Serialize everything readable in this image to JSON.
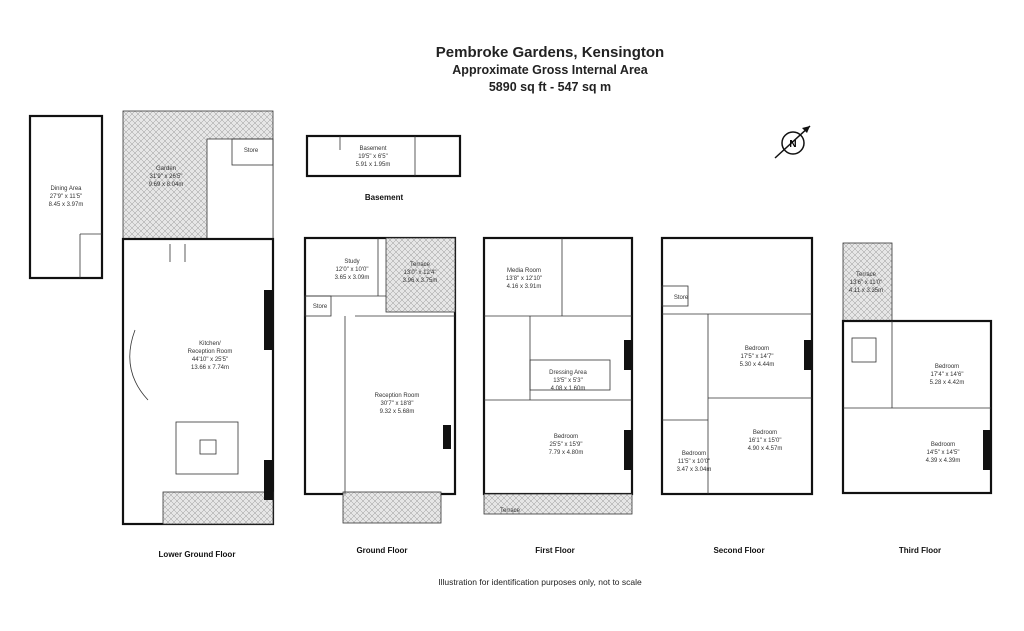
{
  "header": {
    "title": "Pembroke Gardens, Kensington",
    "subtitle": "Approximate Gross Internal Area",
    "area": "5890 sq ft - 547 sq m"
  },
  "compass": {
    "letter": "N"
  },
  "floors": {
    "basement": "Basement",
    "lower_ground": "Lower Ground Floor",
    "ground": "Ground Floor",
    "first": "First Floor",
    "second": "Second Floor",
    "third": "Third Floor"
  },
  "rooms": {
    "dining": {
      "name": "Dining Area",
      "imperial": "27'9\" x 11'5\"",
      "metric": "8.45 x 3.97m"
    },
    "garden": {
      "name": "Garden",
      "imperial": "31'9\" x 26'5\"",
      "metric": "9.69 x 8.04m"
    },
    "lg_store": {
      "name": "Store"
    },
    "kitchen": {
      "name1": "Kitchen/",
      "name2": "Reception Room",
      "imperial": "44'10\" x 25'5\"",
      "metric": "13.66 x 7.74m"
    },
    "basement": {
      "name": "Basement",
      "imperial": "19'5\" x 6'5\"",
      "metric": "5.91 x 1.95m"
    },
    "study": {
      "name": "Study",
      "imperial": "12'0\" x 10'0\"",
      "metric": "3.65 x 3.09m"
    },
    "g_terrace": {
      "name": "Terrace",
      "imperial": "13'0\" x 12'4\"",
      "metric": "3.96 x 3.75m"
    },
    "g_store": {
      "name": "Store"
    },
    "reception": {
      "name": "Reception Room",
      "imperial": "30'7\" x 18'8\"",
      "metric": "9.32 x 5.68m"
    },
    "media": {
      "name": "Media Room",
      "imperial": "13'8\" x 12'10\"",
      "metric": "4.16 x 3.91m"
    },
    "dressing": {
      "name": "Dressing Area",
      "imperial": "13'5\" x 5'3\"",
      "metric": "4.08 x 1.60m"
    },
    "f_bedroom": {
      "name": "Bedroom",
      "imperial": "25'5\" x 15'9\"",
      "metric": "7.79 x 4.80m"
    },
    "f_terrace": {
      "name": "Terrace"
    },
    "s_store": {
      "name": "Store"
    },
    "s_bed1": {
      "name": "Bedroom",
      "imperial": "17'5\" x 14'7\"",
      "metric": "5.30 x 4.44m"
    },
    "s_bed2": {
      "name": "Bedroom",
      "imperial": "16'1\" x 15'0\"",
      "metric": "4.90 x 4.57m"
    },
    "s_bed3": {
      "name": "Bedroom",
      "imperial": "11'5\" x 10'0\"",
      "metric": "3.47 x 3.04m"
    },
    "t_terrace": {
      "name": "Terrace",
      "imperial": "13'6\" x 11'0\"",
      "metric": "4.11 x 3.35m"
    },
    "t_bed1": {
      "name": "Bedroom",
      "imperial": "17'4\" x 14'6\"",
      "metric": "5.28 x 4.42m"
    },
    "t_bed2": {
      "name": "Bedroom",
      "imperial": "14'5\" x 14'5\"",
      "metric": "4.39 x 4.39m"
    }
  },
  "disclaimer": "Illustration for identification purposes only, not to scale"
}
